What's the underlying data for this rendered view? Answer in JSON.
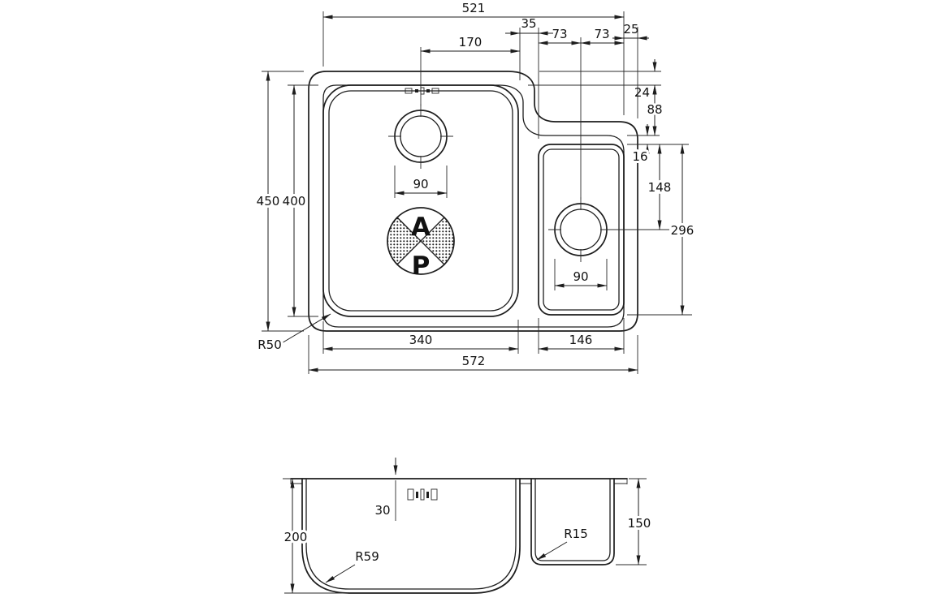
{
  "drawing": {
    "logo": {
      "letter_top": "A",
      "letter_bottom": "P"
    },
    "top_view": {
      "d521": "521",
      "d35": "35",
      "d73_left": "73",
      "d73_right": "73",
      "d25": "25",
      "d170": "170",
      "d450": "450",
      "d400": "400",
      "d24": "24",
      "d88": "88",
      "d16": "16",
      "d148": "148",
      "d296": "296",
      "d90_main": "90",
      "d90_small": "90",
      "d340": "340",
      "d146": "146",
      "d572": "572",
      "r50": "R50"
    },
    "profile_view": {
      "d200": "200",
      "d30": "30",
      "d150": "150",
      "r59": "R59",
      "r15": "R15"
    }
  }
}
